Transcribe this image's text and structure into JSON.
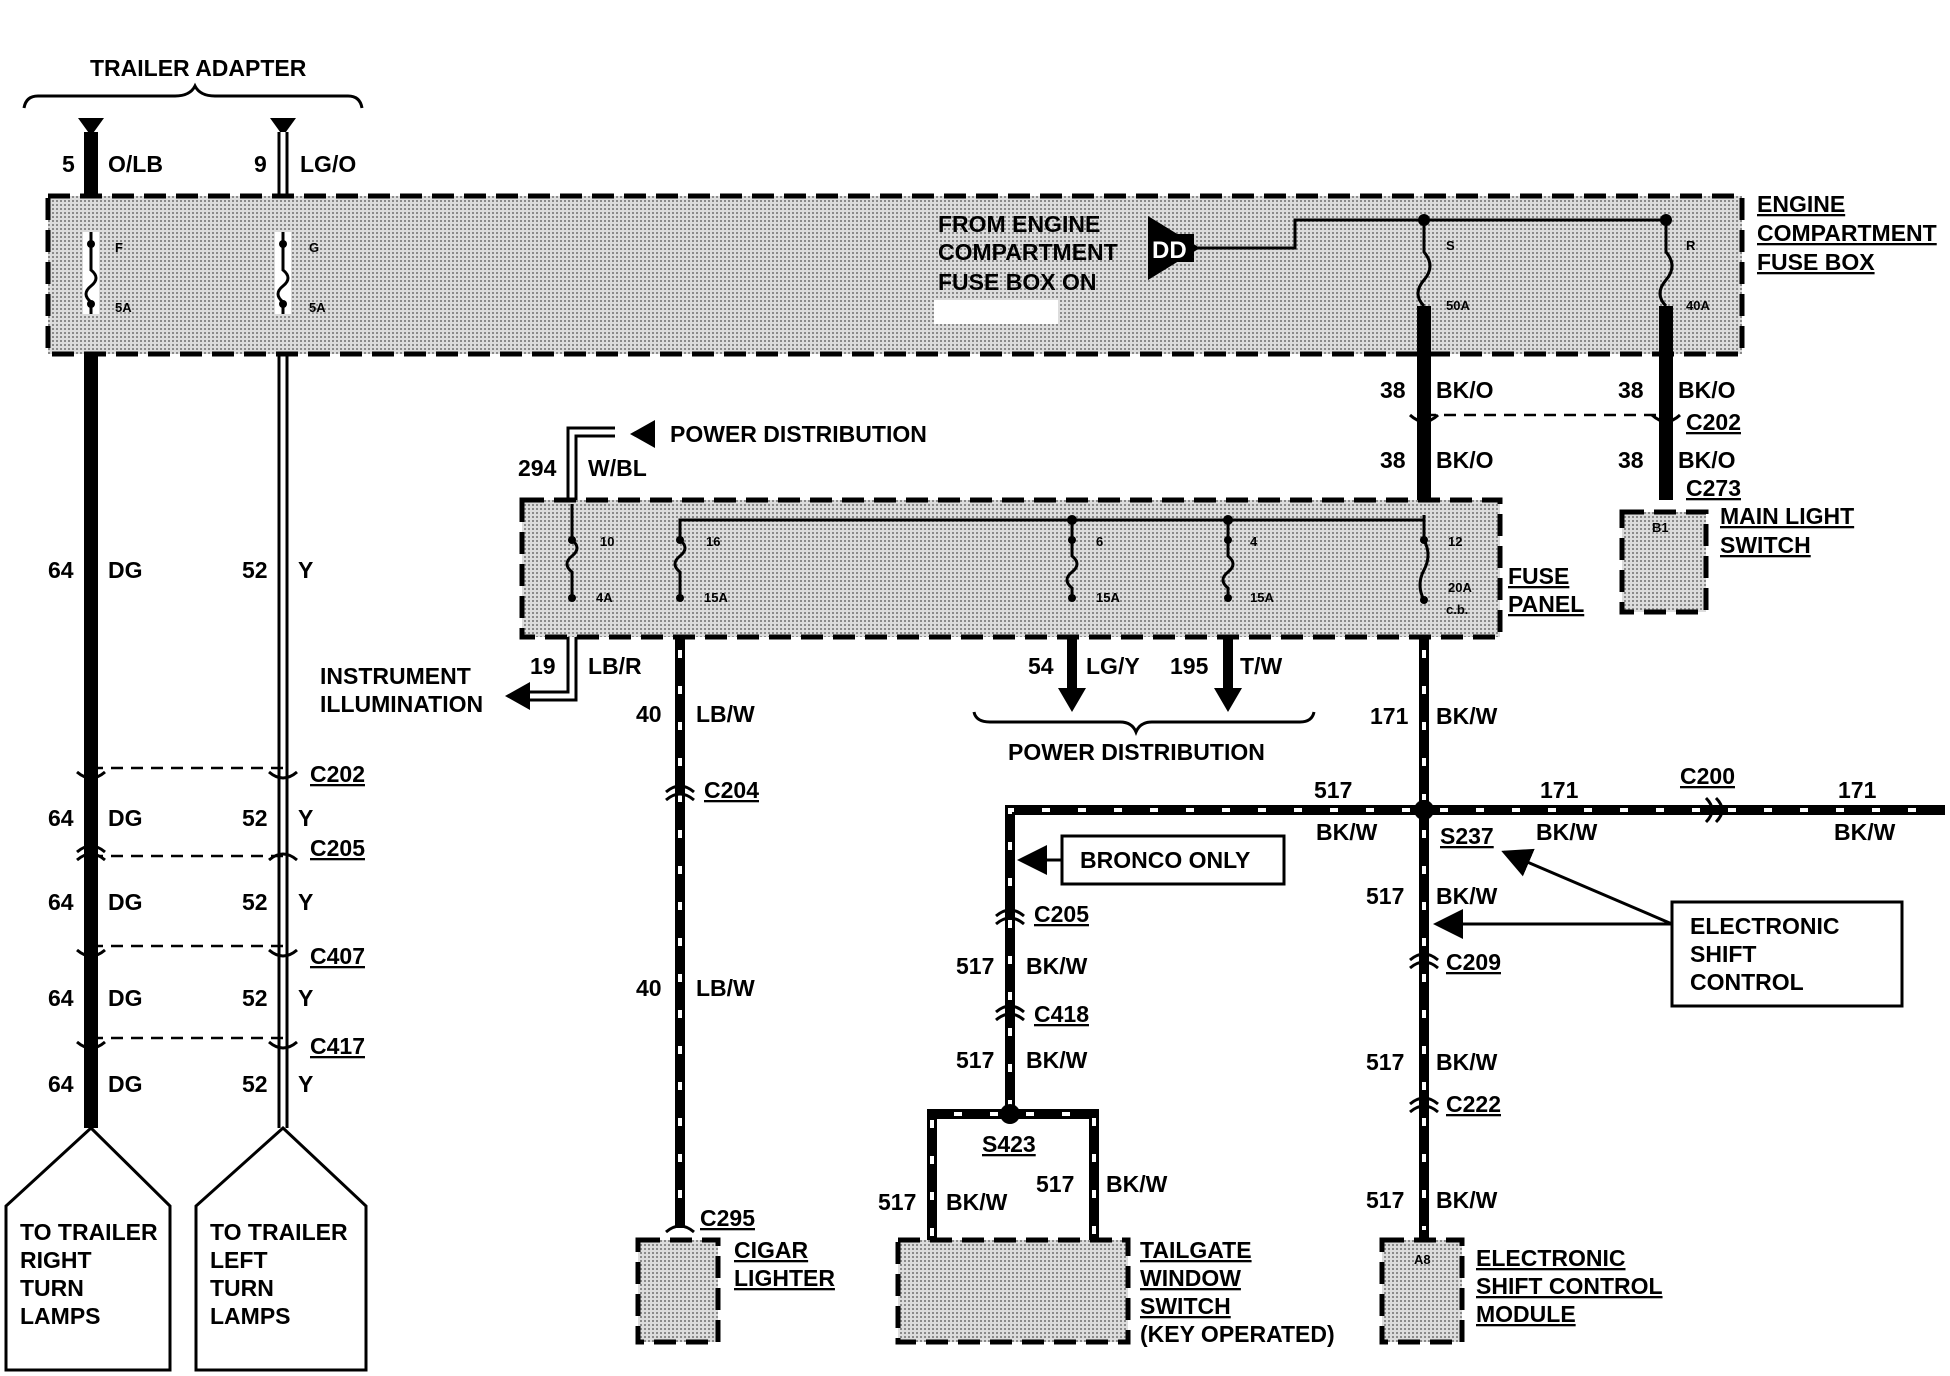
{
  "trailer_adapter": {
    "title": "TRAILER ADAPTER",
    "wire_right": {
      "circuit": "5",
      "color": "O/LB",
      "circuit_low": "64",
      "color_low": "DG",
      "fuse": "F",
      "rating": "5A"
    },
    "wire_left": {
      "circuit": "9",
      "color": "LG/O",
      "circuit_low": "52",
      "color_low": "Y",
      "fuse": "G",
      "rating": "5A"
    }
  },
  "engine_fuse_box": {
    "label_lines": [
      "ENGINE",
      "COMPARTMENT",
      "FUSE BOX"
    ],
    "note_lines": [
      "FROM ENGINE",
      "COMPARTMENT",
      "FUSE BOX ON"
    ],
    "connector": "DD",
    "fuse_s": {
      "id": "S",
      "rating": "50A"
    },
    "fuse_r": {
      "id": "R",
      "rating": "40A"
    }
  },
  "main_feed": {
    "circuit": "38",
    "color": "BK/O"
  },
  "main_light_switch": {
    "connector_top": "C202",
    "connector_bottom": "C273",
    "pin": "B1",
    "label_lines": [
      "MAIN LIGHT",
      "SWITCH"
    ]
  },
  "power_distribution_top": {
    "label": "POWER DISTRIBUTION",
    "circuit": "294",
    "color": "W/BL"
  },
  "fuse_panel": {
    "label_lines": [
      "FUSE",
      "PANEL"
    ],
    "fuses": [
      {
        "id": "10",
        "rating": "4A"
      },
      {
        "id": "16",
        "rating": "15A"
      },
      {
        "id": "6",
        "rating": "15A"
      },
      {
        "id": "4",
        "rating": "15A"
      },
      {
        "id": "12",
        "rating": "20A",
        "note": "c.b."
      }
    ]
  },
  "instrument_illumination": {
    "label_lines": [
      "INSTRUMENT",
      "ILLUMINATION"
    ],
    "circuit": "19",
    "color": "LB/R"
  },
  "power_distribution_bottom": {
    "label": "POWER DISTRIBUTION",
    "wire1": {
      "circuit": "54",
      "color": "LG/Y"
    },
    "wire2": {
      "circuit": "195",
      "color": "T/W"
    }
  },
  "cigar_lighter": {
    "circuit": "40",
    "color": "LB/W",
    "connector_mid": "C204",
    "connector_end": "C295",
    "label_lines": [
      "CIGAR",
      "LIGHTER"
    ]
  },
  "bk_w_feed": {
    "circuit": "171",
    "color": "BK/W",
    "splice": "S237",
    "connector_right": "C200"
  },
  "esc_branch": {
    "circuit": "517",
    "color": "BK/W",
    "connectors": [
      "C209",
      "C222"
    ],
    "pin": "A8",
    "label_lines": [
      "ELECTRONIC",
      "SHIFT CONTROL",
      "MODULE"
    ]
  },
  "esc_callout": {
    "lines": [
      "ELECTRONIC",
      "SHIFT",
      "CONTROL"
    ]
  },
  "bronco_callout": {
    "text": "BRONCO ONLY"
  },
  "tailgate_branch": {
    "circuit": "517",
    "color": "BK/W",
    "connectors": [
      "C205",
      "C418"
    ],
    "splice": "S423",
    "label_lines": [
      "TAILGATE",
      "WINDOW",
      "SWITCH",
      "(KEY OPERATED)"
    ]
  },
  "trailer_connectors": [
    "C202",
    "C205",
    "C407",
    "C417"
  ],
  "trailer_lamps_right": {
    "lines": [
      "TO TRAILER",
      "RIGHT",
      "TURN",
      "LAMPS"
    ]
  },
  "trailer_lamps_left": {
    "lines": [
      "TO TRAILER",
      "LEFT",
      "TURN",
      "LAMPS"
    ]
  }
}
